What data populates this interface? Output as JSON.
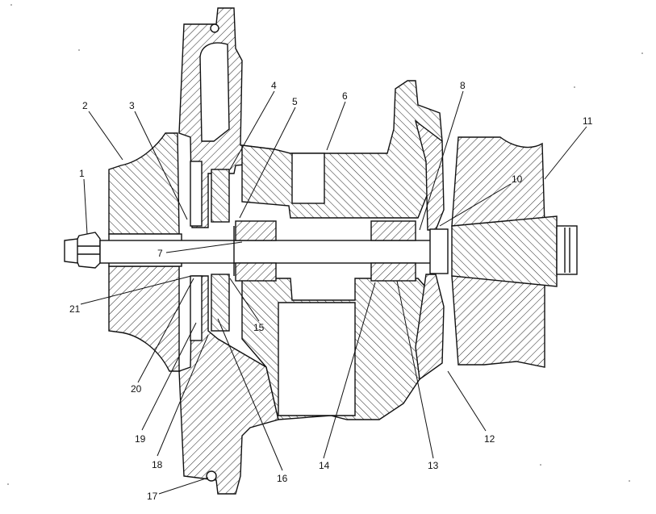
{
  "callouts": [
    {
      "id": "1",
      "label": "1"
    },
    {
      "id": "2",
      "label": "2"
    },
    {
      "id": "3",
      "label": "3"
    },
    {
      "id": "4",
      "label": "4"
    },
    {
      "id": "5",
      "label": "5"
    },
    {
      "id": "6",
      "label": "6"
    },
    {
      "id": "7",
      "label": "7"
    },
    {
      "id": "8",
      "label": "8"
    },
    {
      "id": "10",
      "label": "10"
    },
    {
      "id": "11",
      "label": "11"
    },
    {
      "id": "12",
      "label": "12"
    },
    {
      "id": "13",
      "label": "13"
    },
    {
      "id": "14",
      "label": "14"
    },
    {
      "id": "15",
      "label": "15"
    },
    {
      "id": "16",
      "label": "16"
    },
    {
      "id": "17",
      "label": "17"
    },
    {
      "id": "18",
      "label": "18"
    },
    {
      "id": "19",
      "label": "19"
    },
    {
      "id": "20",
      "label": "20"
    },
    {
      "id": "21",
      "label": "21"
    }
  ]
}
